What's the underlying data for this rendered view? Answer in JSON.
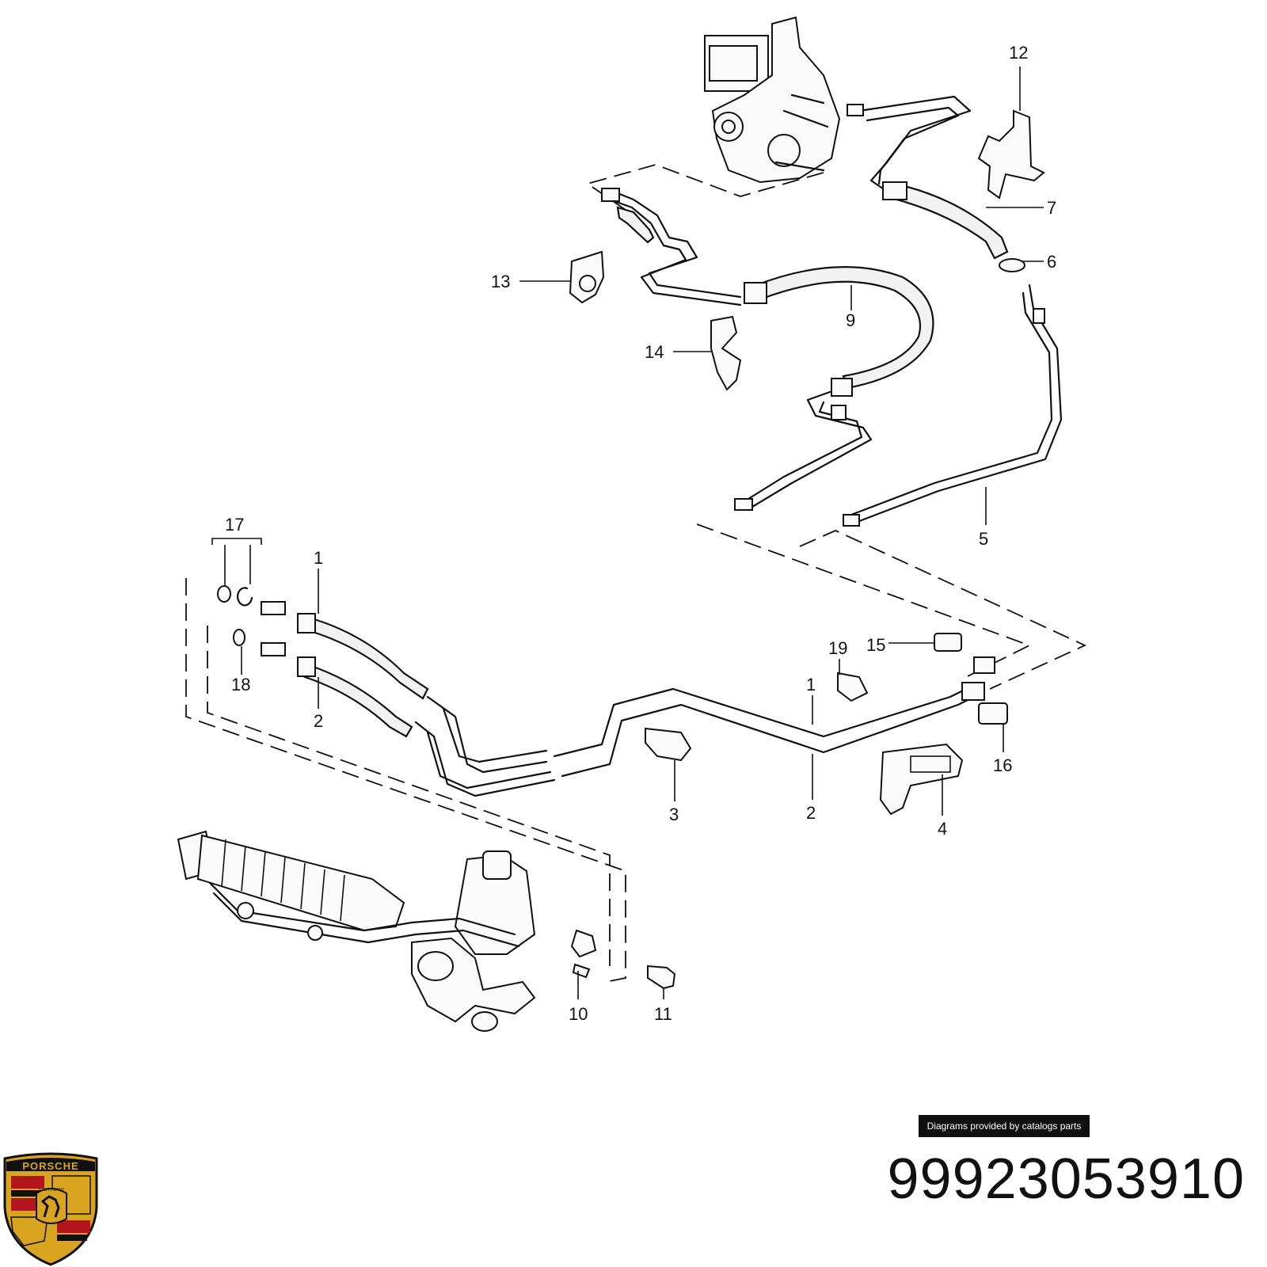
{
  "diagram": {
    "callouts": [
      {
        "id": "c1",
        "label": "12"
      },
      {
        "id": "c2",
        "label": "7"
      },
      {
        "id": "c3",
        "label": "6"
      },
      {
        "id": "c4",
        "label": "13"
      },
      {
        "id": "c5",
        "label": "9"
      },
      {
        "id": "c6",
        "label": "14"
      },
      {
        "id": "c7",
        "label": "5"
      },
      {
        "id": "c8",
        "label": "17"
      },
      {
        "id": "c9",
        "label": "1"
      },
      {
        "id": "c10",
        "label": "18"
      },
      {
        "id": "c11",
        "label": "2"
      },
      {
        "id": "c12",
        "label": "19"
      },
      {
        "id": "c13",
        "label": "15"
      },
      {
        "id": "c14",
        "label": "1"
      },
      {
        "id": "c15",
        "label": "16"
      },
      {
        "id": "c16",
        "label": "3"
      },
      {
        "id": "c17",
        "label": "2"
      },
      {
        "id": "c18",
        "label": "4"
      },
      {
        "id": "c19",
        "label": "10"
      },
      {
        "id": "c20",
        "label": "11"
      }
    ]
  },
  "credit": "Diagrams provided by catalogs parts",
  "part_number": "99923053910",
  "logo": {
    "text": "PORSCHE",
    "subtext": "STUTTGART",
    "colors": {
      "gold": "#d9a520",
      "red": "#b3151c",
      "black": "#111111"
    }
  }
}
